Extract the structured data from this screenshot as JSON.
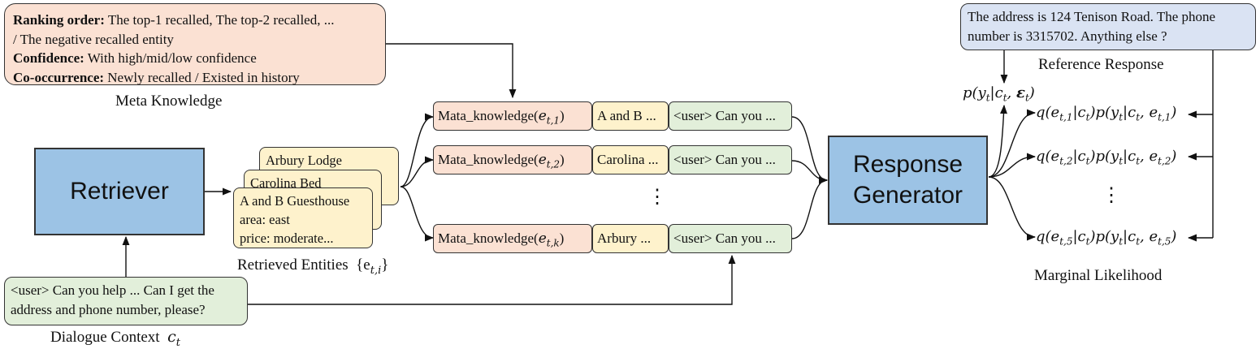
{
  "meta_knowledge": {
    "lines": [
      {
        "label": "Ranking order:",
        "text": " The top-1 recalled, The top-2 recalled, ..."
      },
      {
        "label": "",
        "text": "/ The negative recalled entity"
      },
      {
        "label": "Confidence:",
        "text": " With high/mid/low confidence"
      },
      {
        "label": "Co-occurrence:",
        "text": " Newly recalled / Existed in history"
      }
    ],
    "caption": "Meta Knowledge"
  },
  "retriever": {
    "label": "Retriever"
  },
  "retrieved": {
    "back1": "Arbury Lodge",
    "back2": "Carolina Bed",
    "front_lines": [
      "A and B Guesthouse",
      "area: east",
      "price: moderate..."
    ],
    "caption": "Retrieved Entities",
    "caption_sym": "{e",
    "caption_sub": "t,i",
    "caption_close": "}"
  },
  "context": {
    "lines": [
      "<user> Can you help ... Can I get the",
      "address and phone number, please?"
    ],
    "caption": "Dialogue Context",
    "caption_sym": "c",
    "caption_sub": "t"
  },
  "rows": [
    {
      "meta_prefix": "Mata_knowledge(",
      "meta_sub": "t,1",
      "entity": "A and B ...",
      "ctx": "<user> Can you ..."
    },
    {
      "meta_prefix": "Mata_knowledge(",
      "meta_sub": "t,2",
      "entity": "Carolina ...",
      "ctx": "<user> Can you ..."
    },
    {
      "meta_prefix": "Mata_knowledge(",
      "meta_sub": "t,k",
      "entity": "Arbury ...",
      "ctx": "<user> Can you ..."
    }
  ],
  "ellipsis_mid": "⋮",
  "generator": {
    "line1": "Response",
    "line2": "Generator"
  },
  "reference": {
    "lines": [
      "The address is 124 Tenison Road. The phone",
      "number is 3315702. Anything else ?"
    ],
    "caption": "Reference Response"
  },
  "marginal": {
    "top_formula": "p(y_t|c_t, ε_t)",
    "terms": [
      {
        "q_sub": "t,1",
        "p_sub": "t,1"
      },
      {
        "q_sub": "t,2",
        "p_sub": "t,2"
      },
      {
        "q_sub": "t,5",
        "p_sub": "t,5"
      }
    ],
    "ellipsis": "⋮",
    "caption": "Marginal Likelihood"
  }
}
